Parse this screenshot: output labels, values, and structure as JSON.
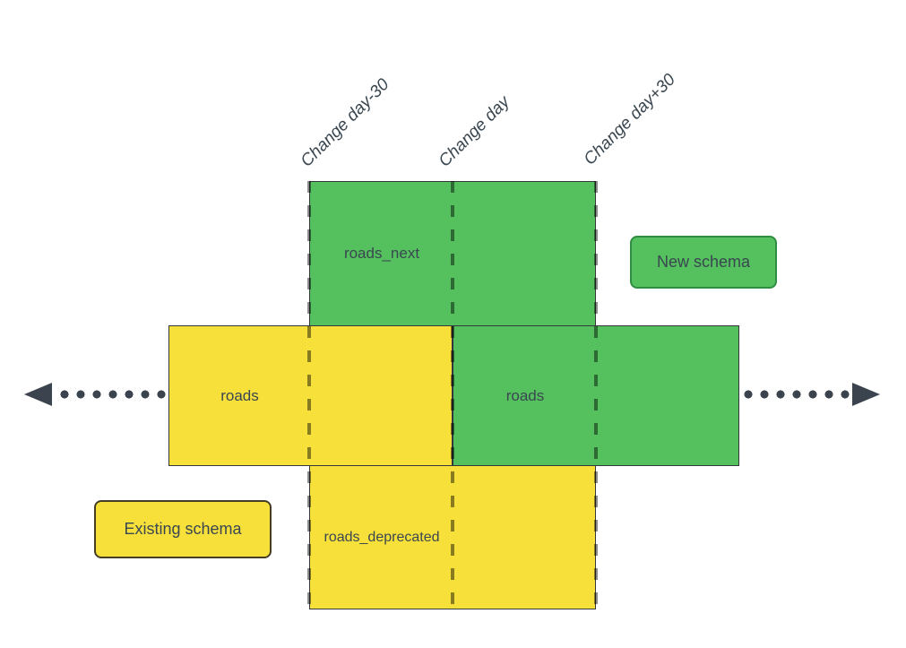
{
  "diagram": {
    "timeline_labels": [
      {
        "id": "change-day-minus-30",
        "label": "Change day-30"
      },
      {
        "id": "change-day",
        "label": "Change day"
      },
      {
        "id": "change-day-plus-30",
        "label": "Change day+30"
      }
    ],
    "boxes": {
      "roads_next": {
        "label": "roads_next"
      },
      "roads_existing": {
        "label": "roads"
      },
      "roads_new": {
        "label": "roads"
      },
      "roads_deprecated": {
        "label": "roads_deprecated"
      }
    },
    "legend": {
      "new_schema": {
        "label": "New schema"
      },
      "existing_schema": {
        "label": "Existing schema"
      }
    },
    "colors": {
      "green_fill": "#54c05e",
      "green_border": "#2f8e41",
      "yellow_fill": "#f8e03b",
      "yellow_border": "#443e26",
      "box_border": "#33383d",
      "dash_color": "rgba(0,0,0,0.45)",
      "arrow_color": "#3a434e",
      "text_color": "#3a4750"
    }
  }
}
